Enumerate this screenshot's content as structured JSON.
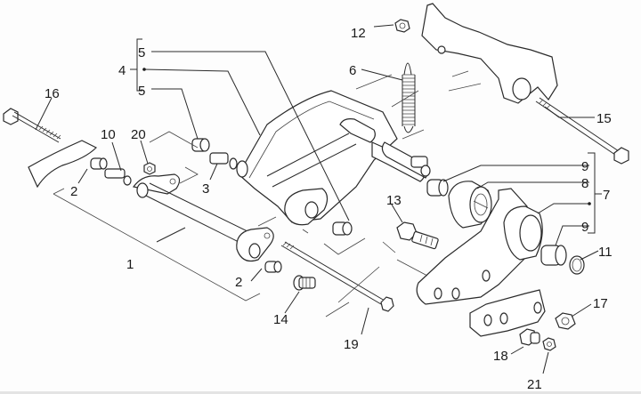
{
  "diagram": {
    "type": "exploded-parts-view",
    "subject": "swinging arm / engine suspension assembly",
    "labels": {
      "p1": "1",
      "p2a": "2",
      "p2b": "2",
      "p3": "3",
      "p4": "4",
      "p5a": "5",
      "p5b": "5",
      "p6": "6",
      "p7": "7",
      "p8": "8",
      "p9a": "9",
      "p9b": "9",
      "p10": "10",
      "p11": "11",
      "p12": "12",
      "p13": "13",
      "p14": "14",
      "p15": "15",
      "p16": "16",
      "p17": "17",
      "p18": "18",
      "p19": "19",
      "p20": "20",
      "p21": "21"
    },
    "groups": [
      {
        "parent": "4",
        "children": [
          "5",
          "5"
        ]
      },
      {
        "parent": "7",
        "children": [
          "9",
          "8",
          "9"
        ]
      }
    ]
  }
}
